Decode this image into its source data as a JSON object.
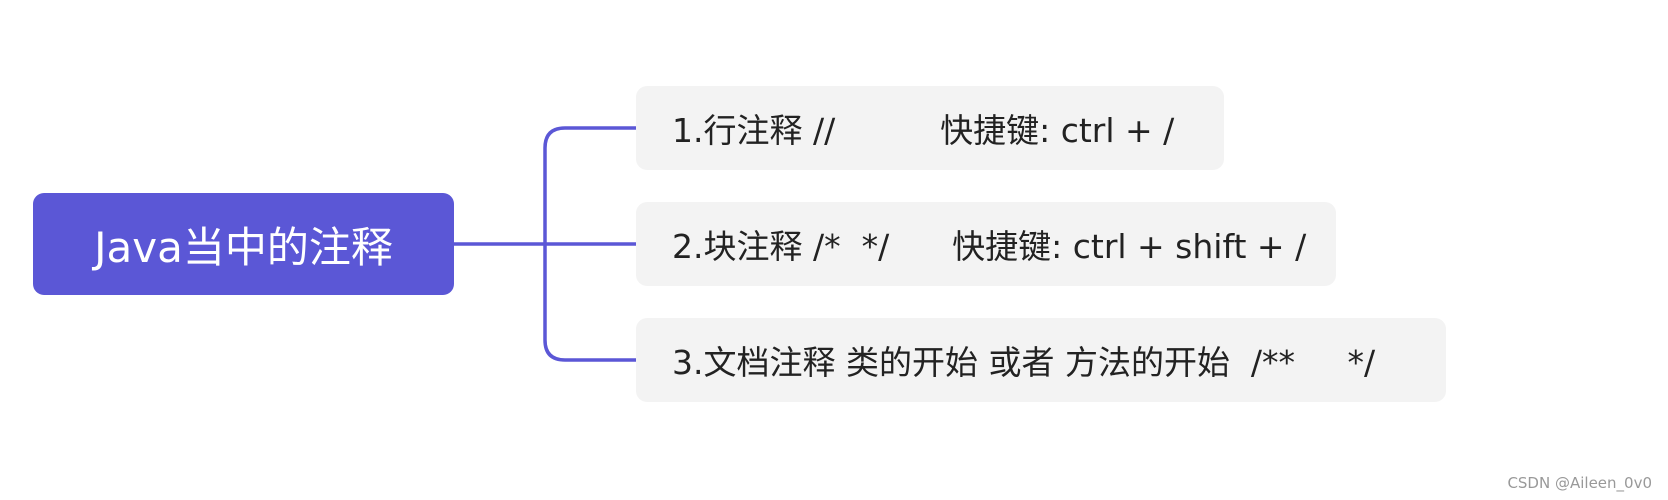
{
  "root": {
    "label": "Java当中的注释"
  },
  "branches": [
    {
      "label": "1.行注释 //          快捷键: ctrl + /"
    },
    {
      "label": "2.块注释 /*  */      快捷键: ctrl + shift + /"
    },
    {
      "label": "3.文档注释 类的开始 或者 方法的开始  /**     */"
    }
  ],
  "watermark": "CSDN @Aileen_0v0",
  "colors": {
    "accent": "#5B57D6",
    "branch_bg": "#F3F3F3",
    "branch_text": "#222222",
    "root_text": "#FFFFFF"
  }
}
